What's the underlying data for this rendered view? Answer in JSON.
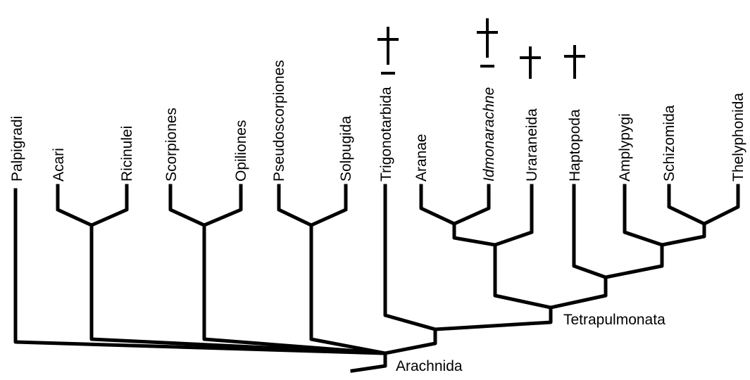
{
  "taxa": [
    {
      "name": "Palpigradi",
      "italic": false,
      "extinct": false
    },
    {
      "name": "Acari",
      "italic": false,
      "extinct": false
    },
    {
      "name": "Ricinulei",
      "italic": false,
      "extinct": false
    },
    {
      "name": "Scorpiones",
      "italic": false,
      "extinct": false
    },
    {
      "name": "Opiliones",
      "italic": false,
      "extinct": false
    },
    {
      "name": "Pseudoscorpiones",
      "italic": false,
      "extinct": false
    },
    {
      "name": "Solpugida",
      "italic": false,
      "extinct": false
    },
    {
      "name": "Trigonotarbida",
      "italic": false,
      "extinct": true
    },
    {
      "name": "Aranae",
      "italic": false,
      "extinct": false
    },
    {
      "name": "Idmonarachne",
      "italic": true,
      "extinct": true
    },
    {
      "name": "Uraraneida",
      "italic": false,
      "extinct": true
    },
    {
      "name": "Haptopoda",
      "italic": false,
      "extinct": true
    },
    {
      "name": "Amplypygi",
      "italic": false,
      "extinct": false
    },
    {
      "name": "Schizomida",
      "italic": false,
      "extinct": false
    },
    {
      "name": "Thelyphonida",
      "italic": false,
      "extinct": false
    }
  ],
  "clades": {
    "tetrapulmonata": "Tetrapulmonata",
    "arachnida": "Arachnida"
  },
  "colors": {
    "line": "#000000",
    "background": "#ffffff"
  }
}
